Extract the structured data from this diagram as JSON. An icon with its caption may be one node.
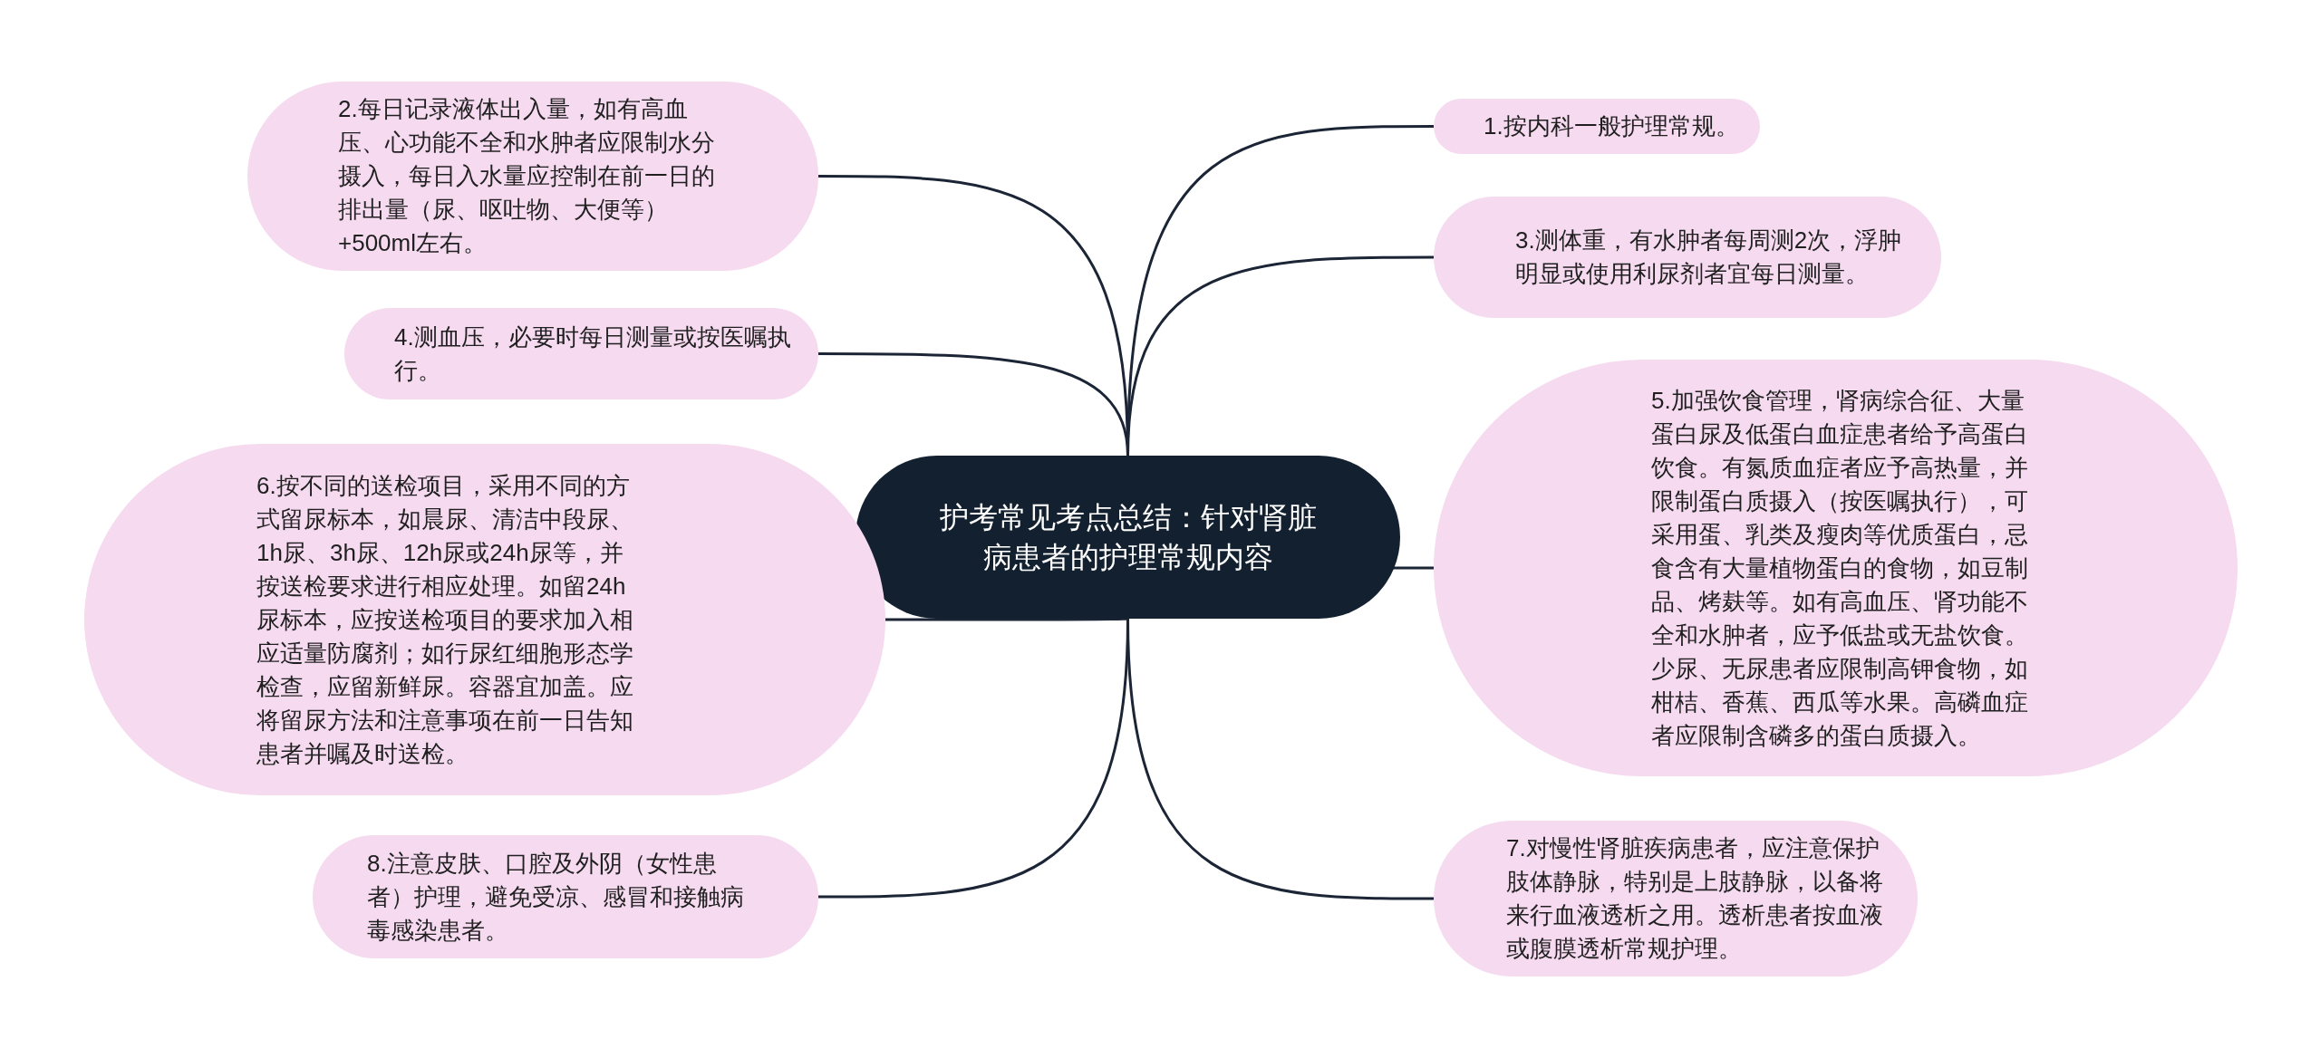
{
  "diagram": {
    "nodes": [
      {
        "text": [
          "护考常见考点总结：针对肾脏病患者的护理常规内容"
        ]
      },
      {
        "text": [
          "1.按内科一般护理常规。"
        ]
      },
      {
        "text": [
          "2.每日记录液体出入量，如有高血压、心功能不全和水肿者应限制水分摄入，每日入水量应控制在前一日的排出量（尿、呕吐物、大便等）+500ml左右。"
        ]
      },
      {
        "text": [
          "3.测体重，有水肿者每周测2次，浮肿明显或使用利尿剂者宜每日测量。"
        ]
      },
      {
        "text": [
          "4.测血压，必要时每日测量或按医嘱执行。"
        ]
      },
      {
        "text": [
          "5.加强饮食管理，肾病综合征、大量蛋白尿及低蛋白血症患者给予高蛋白饮食。有氮质血症者应予高热量，并限制蛋白质摄入（按医嘱执行），可采用蛋、乳类及瘦肉等优质蛋白，忌食含有大量植物蛋白的食物，如豆制品、烤麸等。如有高血压、肾功能不全和水肿者，应予低盐或无盐饮食。少尿、无尿患者应限制高钾食物，如柑桔、香蕉、西瓜等水果。高磷血症者应限制含磷多的蛋白质摄入。"
        ]
      },
      {
        "text": [
          "6.按不同的送检项目，采用不同的方式留尿标本，如晨尿、清洁中段尿、1h尿、3h尿、12h尿或24h尿等，并按送检要求进行相应处理。如留24h尿标本，应按送检项目的要求加入相应适量防腐剂；如行尿红细胞形态学检查，应留新鲜尿。容器宜加盖。应将留尿方法和注意事项在前一日告知患者并嘱及时送检。"
        ]
      },
      {
        "text": [
          "7.对慢性肾脏疾病患者，应注意保护肢体静脉，特别是上肢静脉，以备将来行血液透析之用。透析患者按血液或腹膜透析常规护理。"
        ]
      },
      {
        "text": [
          "8.注意皮肤、口腔及外阴（女性患者）护理，避免受凉、感冒和接触病毒感染患者。"
        ]
      }
    ],
    "edges": [
      {
        "from": 0,
        "to": 1,
        "arrow": "none"
      },
      {
        "from": 0,
        "to": 2,
        "arrow": "none"
      },
      {
        "from": 0,
        "to": 3,
        "arrow": "none"
      },
      {
        "from": 0,
        "to": 4,
        "arrow": "none"
      },
      {
        "from": 0,
        "to": 5,
        "arrow": "none"
      },
      {
        "from": 0,
        "to": 6,
        "arrow": "none"
      },
      {
        "from": 0,
        "to": 7,
        "arrow": "none"
      },
      {
        "from": 0,
        "to": 8,
        "arrow": "none"
      }
    ]
  }
}
